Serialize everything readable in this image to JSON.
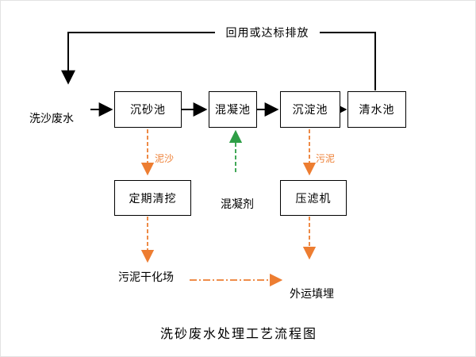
{
  "diagram": {
    "caption": "洗砂废水处理工艺流程图",
    "feedback_label": "回用或达标排放",
    "input_label": "洗沙废水",
    "boxes": {
      "grit": "沉砂池",
      "coagulation": "混凝池",
      "sedimentation": "沉淀池",
      "clearwater": "清水池",
      "dredge": "定期清挖",
      "filter_press": "压滤机"
    },
    "stream_labels": {
      "sediment": "泥沙",
      "sludge": "污泥"
    },
    "annotations": {
      "coagulant": "混凝剂",
      "sludge_drying": "污泥干化场",
      "landfill": "外运填埋"
    },
    "colors": {
      "line_black": "#000000",
      "sludge_orange": "#ED7D31",
      "coagulant_green": "#2E9E46"
    }
  }
}
